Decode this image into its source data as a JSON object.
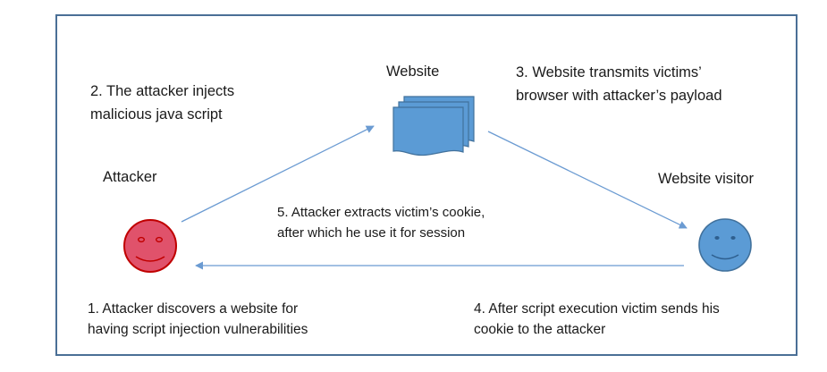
{
  "diagram": {
    "website_label": "Website",
    "attacker_label": "Attacker",
    "visitor_label": "Website visitor",
    "step1": [
      "1.  Attacker discovers a website for",
      "having script injection vulnerabilities"
    ],
    "step2": [
      "2. The attacker injects",
      "malicious java script"
    ],
    "step3": [
      "3. Website transmits victims’",
      "browser with attacker’s payload"
    ],
    "step4": [
      "4.  After script execution victim sends his",
      "cookie to the attacker"
    ],
    "step5": [
      "5. Attacker extracts victim’s cookie,",
      "after which he use it for session"
    ],
    "colors": {
      "frame": "#4a6f96",
      "arrow": "#6b9bd2",
      "attacker_face_fill": "#e0526b",
      "attacker_face_stroke": "#c00000",
      "visitor_face_fill": "#5b9bd5",
      "visitor_face_stroke": "#41719c",
      "document_fill": "#5b9bd5",
      "document_stroke": "#41719c"
    },
    "icons": [
      "attacker-smiley-icon",
      "visitor-smiley-icon",
      "website-documents-icon"
    ]
  }
}
